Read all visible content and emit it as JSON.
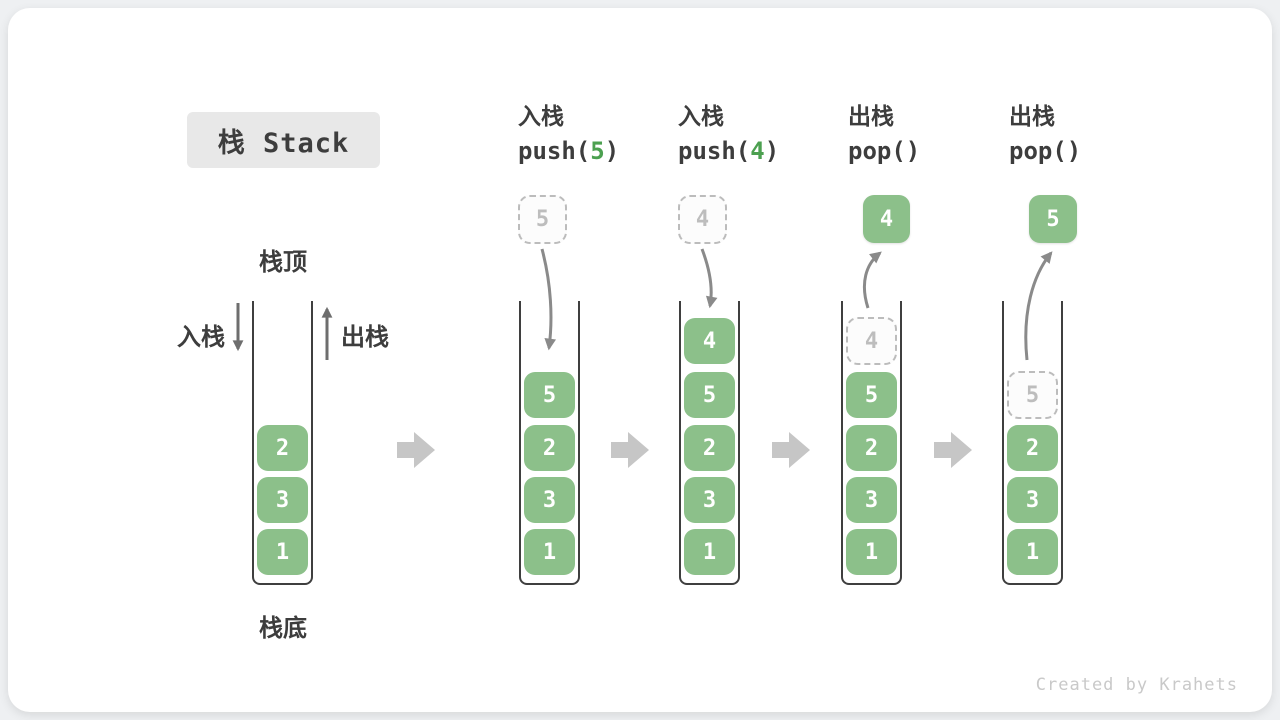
{
  "title": "栈 Stack",
  "labels": {
    "stack_top": "栈顶",
    "stack_bottom": "栈底",
    "push": "入栈",
    "pop": "出栈"
  },
  "operations": [
    {
      "name": "入栈",
      "code_pre": "push(",
      "code_arg": "5",
      "code_post": ")"
    },
    {
      "name": "入栈",
      "code_pre": "push(",
      "code_arg": "4",
      "code_post": ")"
    },
    {
      "name": "出栈",
      "code_pre": "pop(",
      "code_arg": "",
      "code_post": ")"
    },
    {
      "name": "出栈",
      "code_pre": "pop(",
      "code_arg": "",
      "code_post": ")"
    }
  ],
  "floating": {
    "pushed_5": "5",
    "pushed_4": "4",
    "popped_4": "4",
    "popped_5": "5"
  },
  "stacks": [
    {
      "cells": [
        "2",
        "3",
        "1"
      ]
    },
    {
      "cells": [
        "5",
        "2",
        "3",
        "1"
      ]
    },
    {
      "cells": [
        "4",
        "5",
        "2",
        "3",
        "1"
      ]
    },
    {
      "ghost": "4",
      "cells": [
        "5",
        "2",
        "3",
        "1"
      ]
    },
    {
      "ghost": "5",
      "cells": [
        "2",
        "3",
        "1"
      ]
    }
  ],
  "watermark": "Created by Krahets",
  "colors": {
    "element_green": "#8cc08a",
    "code_green": "#4ca050",
    "flow_arrow_gray": "#8a8a8a",
    "step_arrow_gray": "#c6c6c6",
    "container_stroke": "#3f3f3f"
  }
}
